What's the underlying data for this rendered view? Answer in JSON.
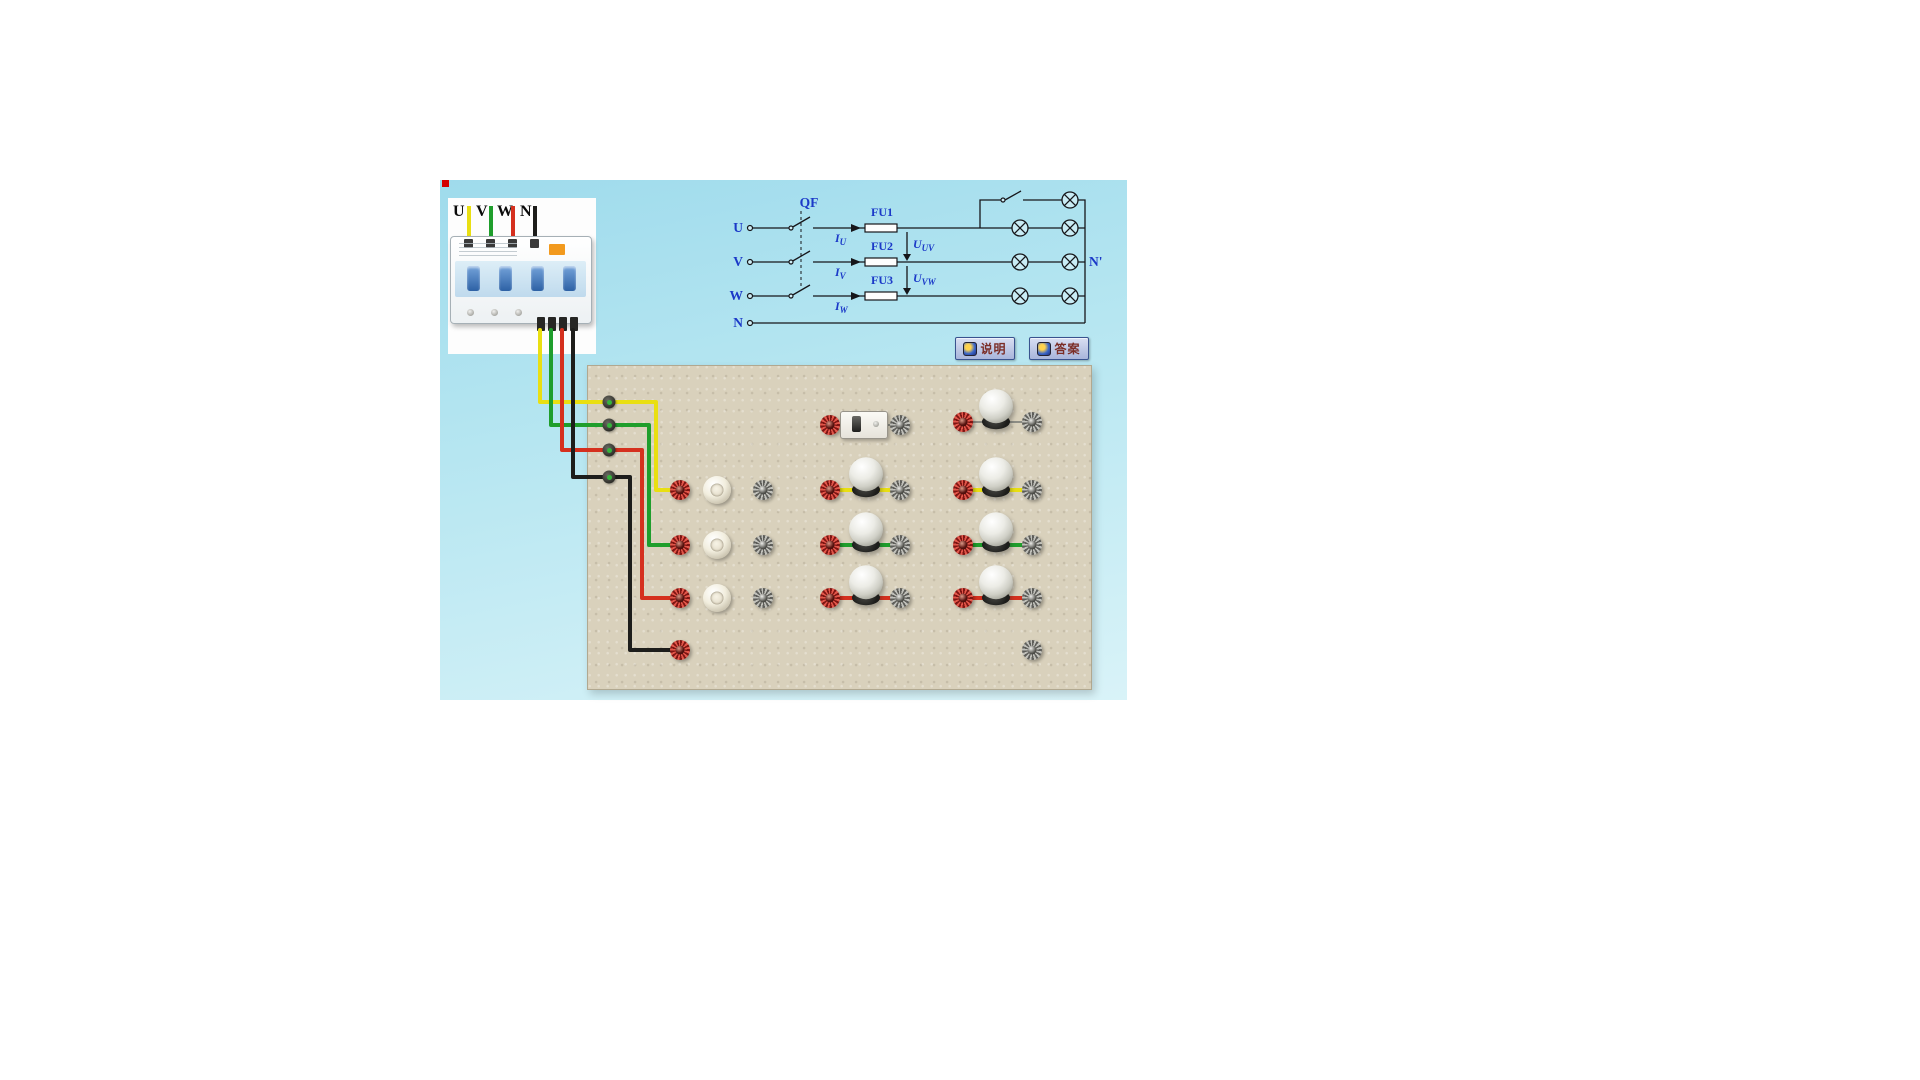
{
  "colors": {
    "wire-u": "#e9df12",
    "wire-v": "#1f9e2c",
    "wire-w": "#d5301e",
    "wire-n": "#1d1d1b",
    "accent-blue": "#1b39c8",
    "panel-red-marker": "#d40000"
  },
  "breaker": {
    "terminals": [
      "U",
      "V",
      "W",
      "N"
    ]
  },
  "schematic": {
    "qf": "QF",
    "phases": [
      "U",
      "V",
      "W",
      "N"
    ],
    "fuses": [
      "FU1",
      "FU2",
      "FU3"
    ],
    "currents": [
      {
        "base": "I",
        "sub": "U"
      },
      {
        "base": "I",
        "sub": "V"
      },
      {
        "base": "I",
        "sub": "W"
      }
    ],
    "voltages": [
      {
        "base": "U",
        "sub": "UV"
      },
      {
        "base": "U",
        "sub": "VW"
      }
    ],
    "n_prime": "N'"
  },
  "ui": {
    "explain_label": "说明",
    "answer_label": "答案"
  }
}
